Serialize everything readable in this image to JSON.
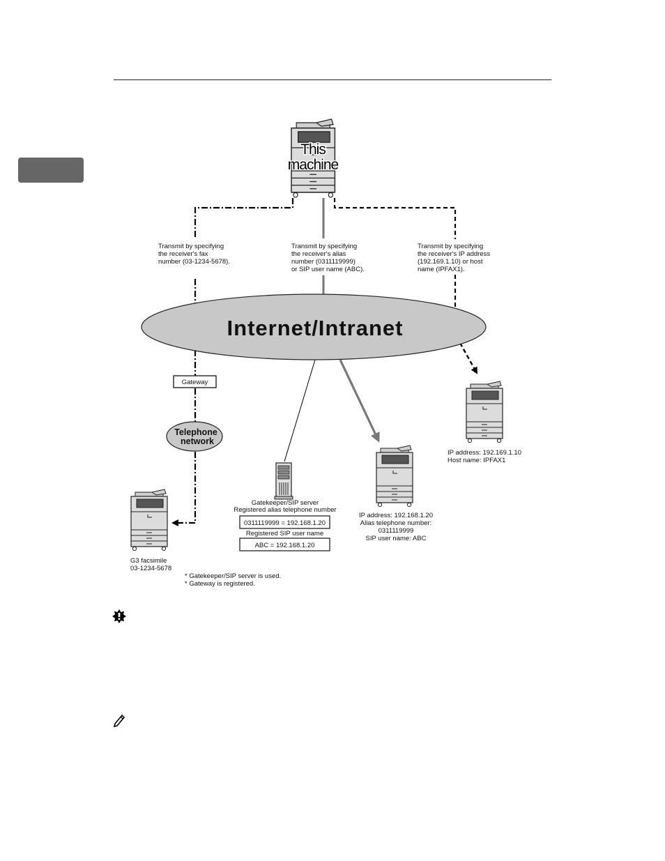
{
  "this_machine": [
    "This",
    "machine"
  ],
  "cloud_label": "Internet/Intranet",
  "phone_cloud_label": [
    "Telephone",
    "network"
  ],
  "gateway_label": "Gateway",
  "path_notes": {
    "fax": [
      "Transmit by specifying",
      "the receiver's fax",
      "number (03-1234-5678)."
    ],
    "alias": [
      "Transmit by specifying",
      "the receiver's alias",
      "number (0311119999)",
      "or SIP user name (ABC)."
    ],
    "ip": [
      "Transmit by specifying",
      "the receiver's IP address",
      "(192.169.1.10) or host",
      "name (IPFAX1)."
    ]
  },
  "g3_facsimile": [
    "G3 facsimile",
    "03-1234-5678"
  ],
  "server": {
    "title": [
      "Gatekeeper/SIP server",
      "Registered alias telephone number"
    ],
    "alias_entry": "0311119999 = 192.168.1.20",
    "sip_label": "Registered SIP user name",
    "sip_entry": "ABC = 192.168.1.20"
  },
  "machine_middle": [
    "IP address: 192.168.1.20",
    "Alias telephone number:",
    "0311119999",
    "SIP user name: ABC"
  ],
  "machine_right": [
    "IP address: 192.169.1.10",
    "Host name: IPFAX1"
  ],
  "footnotes": [
    "* Gatekeeper/SIP server is used.",
    "* Gateway is registered."
  ],
  "icons": {
    "important": "important-icon",
    "note": "note-icon"
  }
}
